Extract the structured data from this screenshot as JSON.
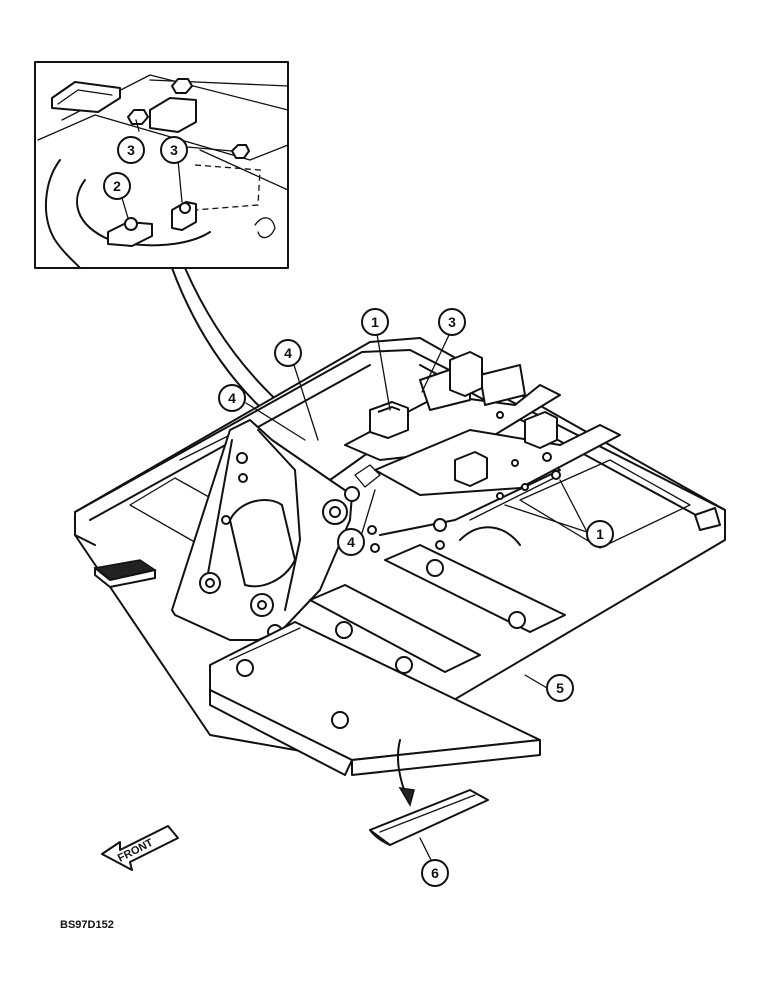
{
  "callouts": {
    "c1a": "1",
    "c1b": "1",
    "c2": "2",
    "c3a": "3",
    "c3b": "3",
    "c3c": "3",
    "c4a": "4",
    "c4b": "4",
    "c4c": "4",
    "c5": "5",
    "c6": "6"
  },
  "front_label": "FRONT",
  "drawing_code": "BS97D152"
}
